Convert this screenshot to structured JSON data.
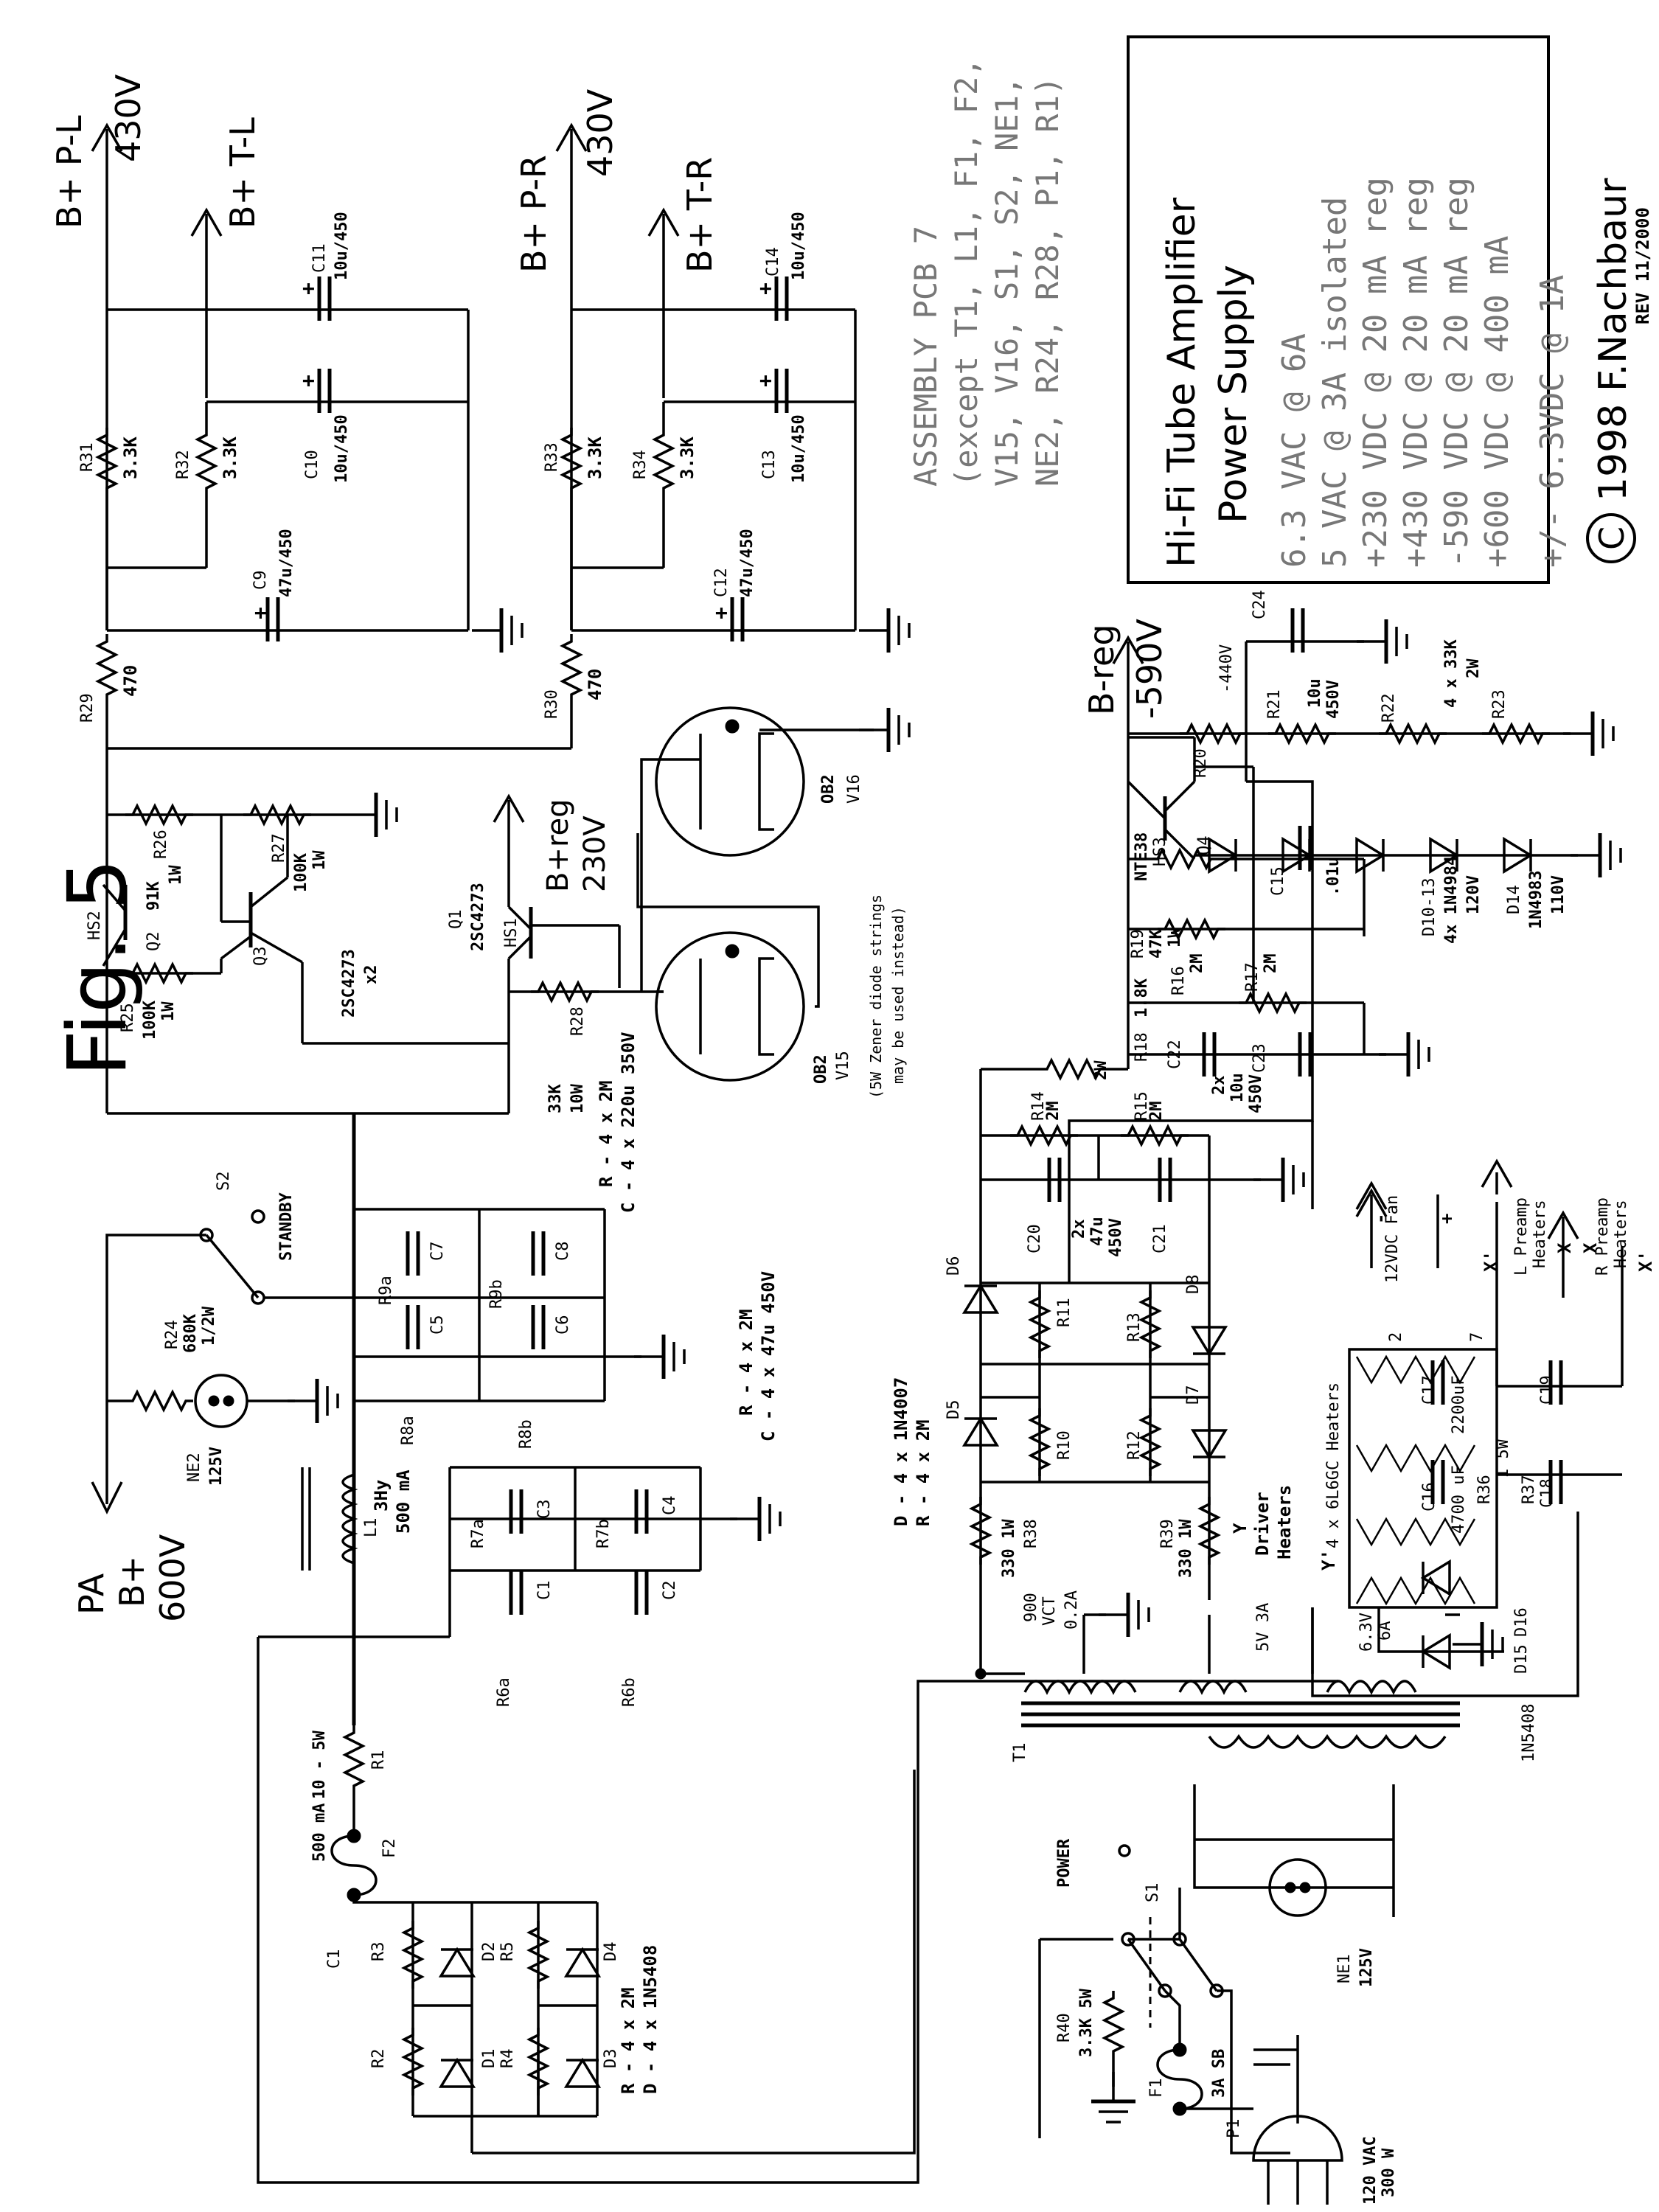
{
  "figure": {
    "title": "Fig. 5",
    "rev": "REV 11/2000"
  },
  "info_box": {
    "title": "Hi-Fi Tube Amplifier",
    "subtitle": "Power Supply",
    "specs": [
      "6.3 VAC @ 6A",
      "5 VAC @ 3A isolated",
      "+230 VDC @ 20 mA reg",
      "+430 VDC @ 20 mA reg",
      "-590 VDC @ 20 mA reg",
      "+600 VDC @ 400 mA",
      "+/- 6.3VDC @ 1A"
    ],
    "copyright_symbol": "C",
    "copyright": "1998 F.Nachbaur"
  },
  "assembly_note": {
    "line1": "ASSEMBLY PCB 7",
    "line2": "(except T1, L1, F1, F2,",
    "line3": "V15, V16, S1, S2, NE1,",
    "line4": "NE2, R24, R28, P1, R1)"
  },
  "outputs": {
    "bp_l": "B+ P-L",
    "t_l": "B+ T-L",
    "v430_left": "430V",
    "bp_r": "B+ P-R",
    "t_r": "B+ T-R",
    "v430_right": "430V",
    "b_reg_label": "B+reg",
    "b_reg_volts": "230V",
    "bneg_label": "B-reg",
    "bneg_volts": "-590V",
    "pa_label": "PA",
    "pa_bplus": "B+",
    "pa_volts": "600V"
  },
  "components": {
    "R31": "R31",
    "R31v": "3.3K",
    "R32": "R32",
    "R32v": "3.3K",
    "R33": "R33",
    "R33v": "3.3K",
    "R34": "R34",
    "R34v": "3.3K",
    "R29": "R29",
    "R29v": "470",
    "R30": "R30",
    "R30v": "470",
    "C9": "C9",
    "C9v": "47u/450",
    "C10": "C10",
    "C10v": "10u/450",
    "C11": "C11",
    "C11v": "10u/450",
    "C12": "C12",
    "C12v": "47u/450",
    "C13": "C13",
    "C13v": "10u/450",
    "C14": "C14",
    "C14v": "10u/450",
    "R26": "R26",
    "R26v": "91K",
    "R26w": "1W",
    "R27": "R27",
    "R27v": "100K",
    "R27w": "1W",
    "R25": "R25",
    "R25v": "100K",
    "R25w": "1W",
    "Q2": "Q2",
    "Q3": "Q3",
    "HS2": "HS2",
    "Q1": "Q1",
    "HS1": "HS1",
    "q23_part": "2SC4273",
    "q23_qty": "x2",
    "q1_part": "2SC4273",
    "R28": "R28",
    "R28v": "33K",
    "R28w": "10W",
    "V15": "V15",
    "V15t": "OB2",
    "V16": "V16",
    "V16t": "OB2",
    "zener_note1": "(5W Zener diode strings",
    "zener_note2": "may be used instead)",
    "cap_bank_note": "C - 4 x 220u 350V",
    "res_bank_note": "R - 4 x 2M",
    "cap_bank2_note": "C - 4 x 47u 450V",
    "res_bank2_note": "R - 4 x 2M",
    "diode_note": "D - 4 x 1N4007",
    "diode_res_note": "R - 4 x 2M",
    "bridge_note_r": "R - 4 x 2M",
    "bridge_note_d": "D - 4 x 1N5408",
    "S2": "S2",
    "standby": "STANDBY",
    "R24": "R24",
    "R24v": "680K",
    "R24w": "1/2W",
    "NE2": "NE2",
    "NE2v": "125V",
    "L1": "L1",
    "L1v": "3Hy",
    "L1i": "500 mA",
    "R1": "R1",
    "R1v": "10 - 5W",
    "F2": "F2",
    "F2v": "500 mA",
    "C7": "C7",
    "C8": "C8",
    "C5": "C5",
    "C6": "C6",
    "R9a": "R9a",
    "R9b": "R9b",
    "R8a": "R8a",
    "R8b": "R8b",
    "C3": "C3",
    "C4": "C4",
    "C1b": "C1",
    "C2": "C2",
    "R7a": "R7a",
    "R7b": "R7b",
    "R6a": "R6a",
    "R6b": "R6b",
    "C1_label": "C1",
    "R2": "R2",
    "R3": "R3",
    "R4": "R4",
    "R5": "R5",
    "D1": "D1",
    "D2": "D2",
    "D3": "D3",
    "D4": "D4",
    "D5": "D5",
    "D6": "D6",
    "D7": "D7",
    "D8": "D8",
    "R10": "R10",
    "R11": "R11",
    "R12": "R12",
    "R13": "R13",
    "R14": "R14",
    "R14v": "2M",
    "R15": "R15",
    "R15v": "2M",
    "R16": "R16",
    "R16v": "2M",
    "R17": "R17",
    "R17v": "2M",
    "R18": "R18",
    "R18v": "1.8K",
    "R18w": "2W",
    "R19": "R19",
    "R19v": "47K",
    "R19w": "1W",
    "R20": "R20",
    "R21": "R21",
    "R22": "R22",
    "R23": "R23",
    "R21_23": "4 x 33K",
    "R21_23w": "2W",
    "C22": "C22",
    "C23": "C23",
    "C2223v": "2x",
    "C2223v2": "10u",
    "C2223v3": "450V",
    "C20": "C20",
    "C21": "C21",
    "C2021v": "2x",
    "C2021v2": "47u",
    "C2021v3": "450V",
    "C24": "C24",
    "C24v": "10u",
    "C24v2": "450V",
    "neg440": "-440V",
    "C15": "C15",
    "C15v": ".01u",
    "Q4": "Q4",
    "HS3": "HS3",
    "Q4p": "NTE38",
    "D10_13": "D10-13",
    "D10_13v": "4x 1N4984",
    "D10_13vv": "120V",
    "D14": "D14",
    "D14v": "1N4983",
    "D14vv": "110V",
    "R38": "R38",
    "R38v": "330 1W",
    "R39": "R39",
    "R39v": "330 1W",
    "Y": "Y",
    "Yp": "Y'",
    "driver1": "Driver",
    "driver2": "Heaters",
    "T1": "T1",
    "t_hv": "900",
    "t_hv2": "VCT",
    "t_hv3": "0.2A",
    "t_5v": "5V 3A",
    "t_63": "6.3V",
    "t_63i": "6A",
    "heaters": "4 x 6L6GC Heaters",
    "h2": "2",
    "h7": "7",
    "C16": "C16",
    "C16v": "4700 uF",
    "C17": "C17",
    "C17v": "2200uF",
    "R36": "R36",
    "R37": "R37",
    "R3637v": "1 5W",
    "C18": "C18",
    "C19": "C19",
    "D15": "D15",
    "D16": "D16",
    "D1516": "1N5408",
    "fan": "12VDC Fan",
    "lpre1": "L Preamp",
    "lpre2": "Heaters",
    "rpre1": "R Preamp",
    "rpre2": "Heaters",
    "X": "X",
    "Xp": "X'",
    "S1": "S1",
    "power": "POWER",
    "NE1": "NE1",
    "NE1v": "125V",
    "R40": "R40",
    "R40v": "3.3K 5W",
    "F1": "F1",
    "F1v": "3A SB",
    "P1": "P1",
    "P1v": "120 VAC",
    "P1w": "300 W",
    "plus": "+",
    "minus": "-"
  }
}
